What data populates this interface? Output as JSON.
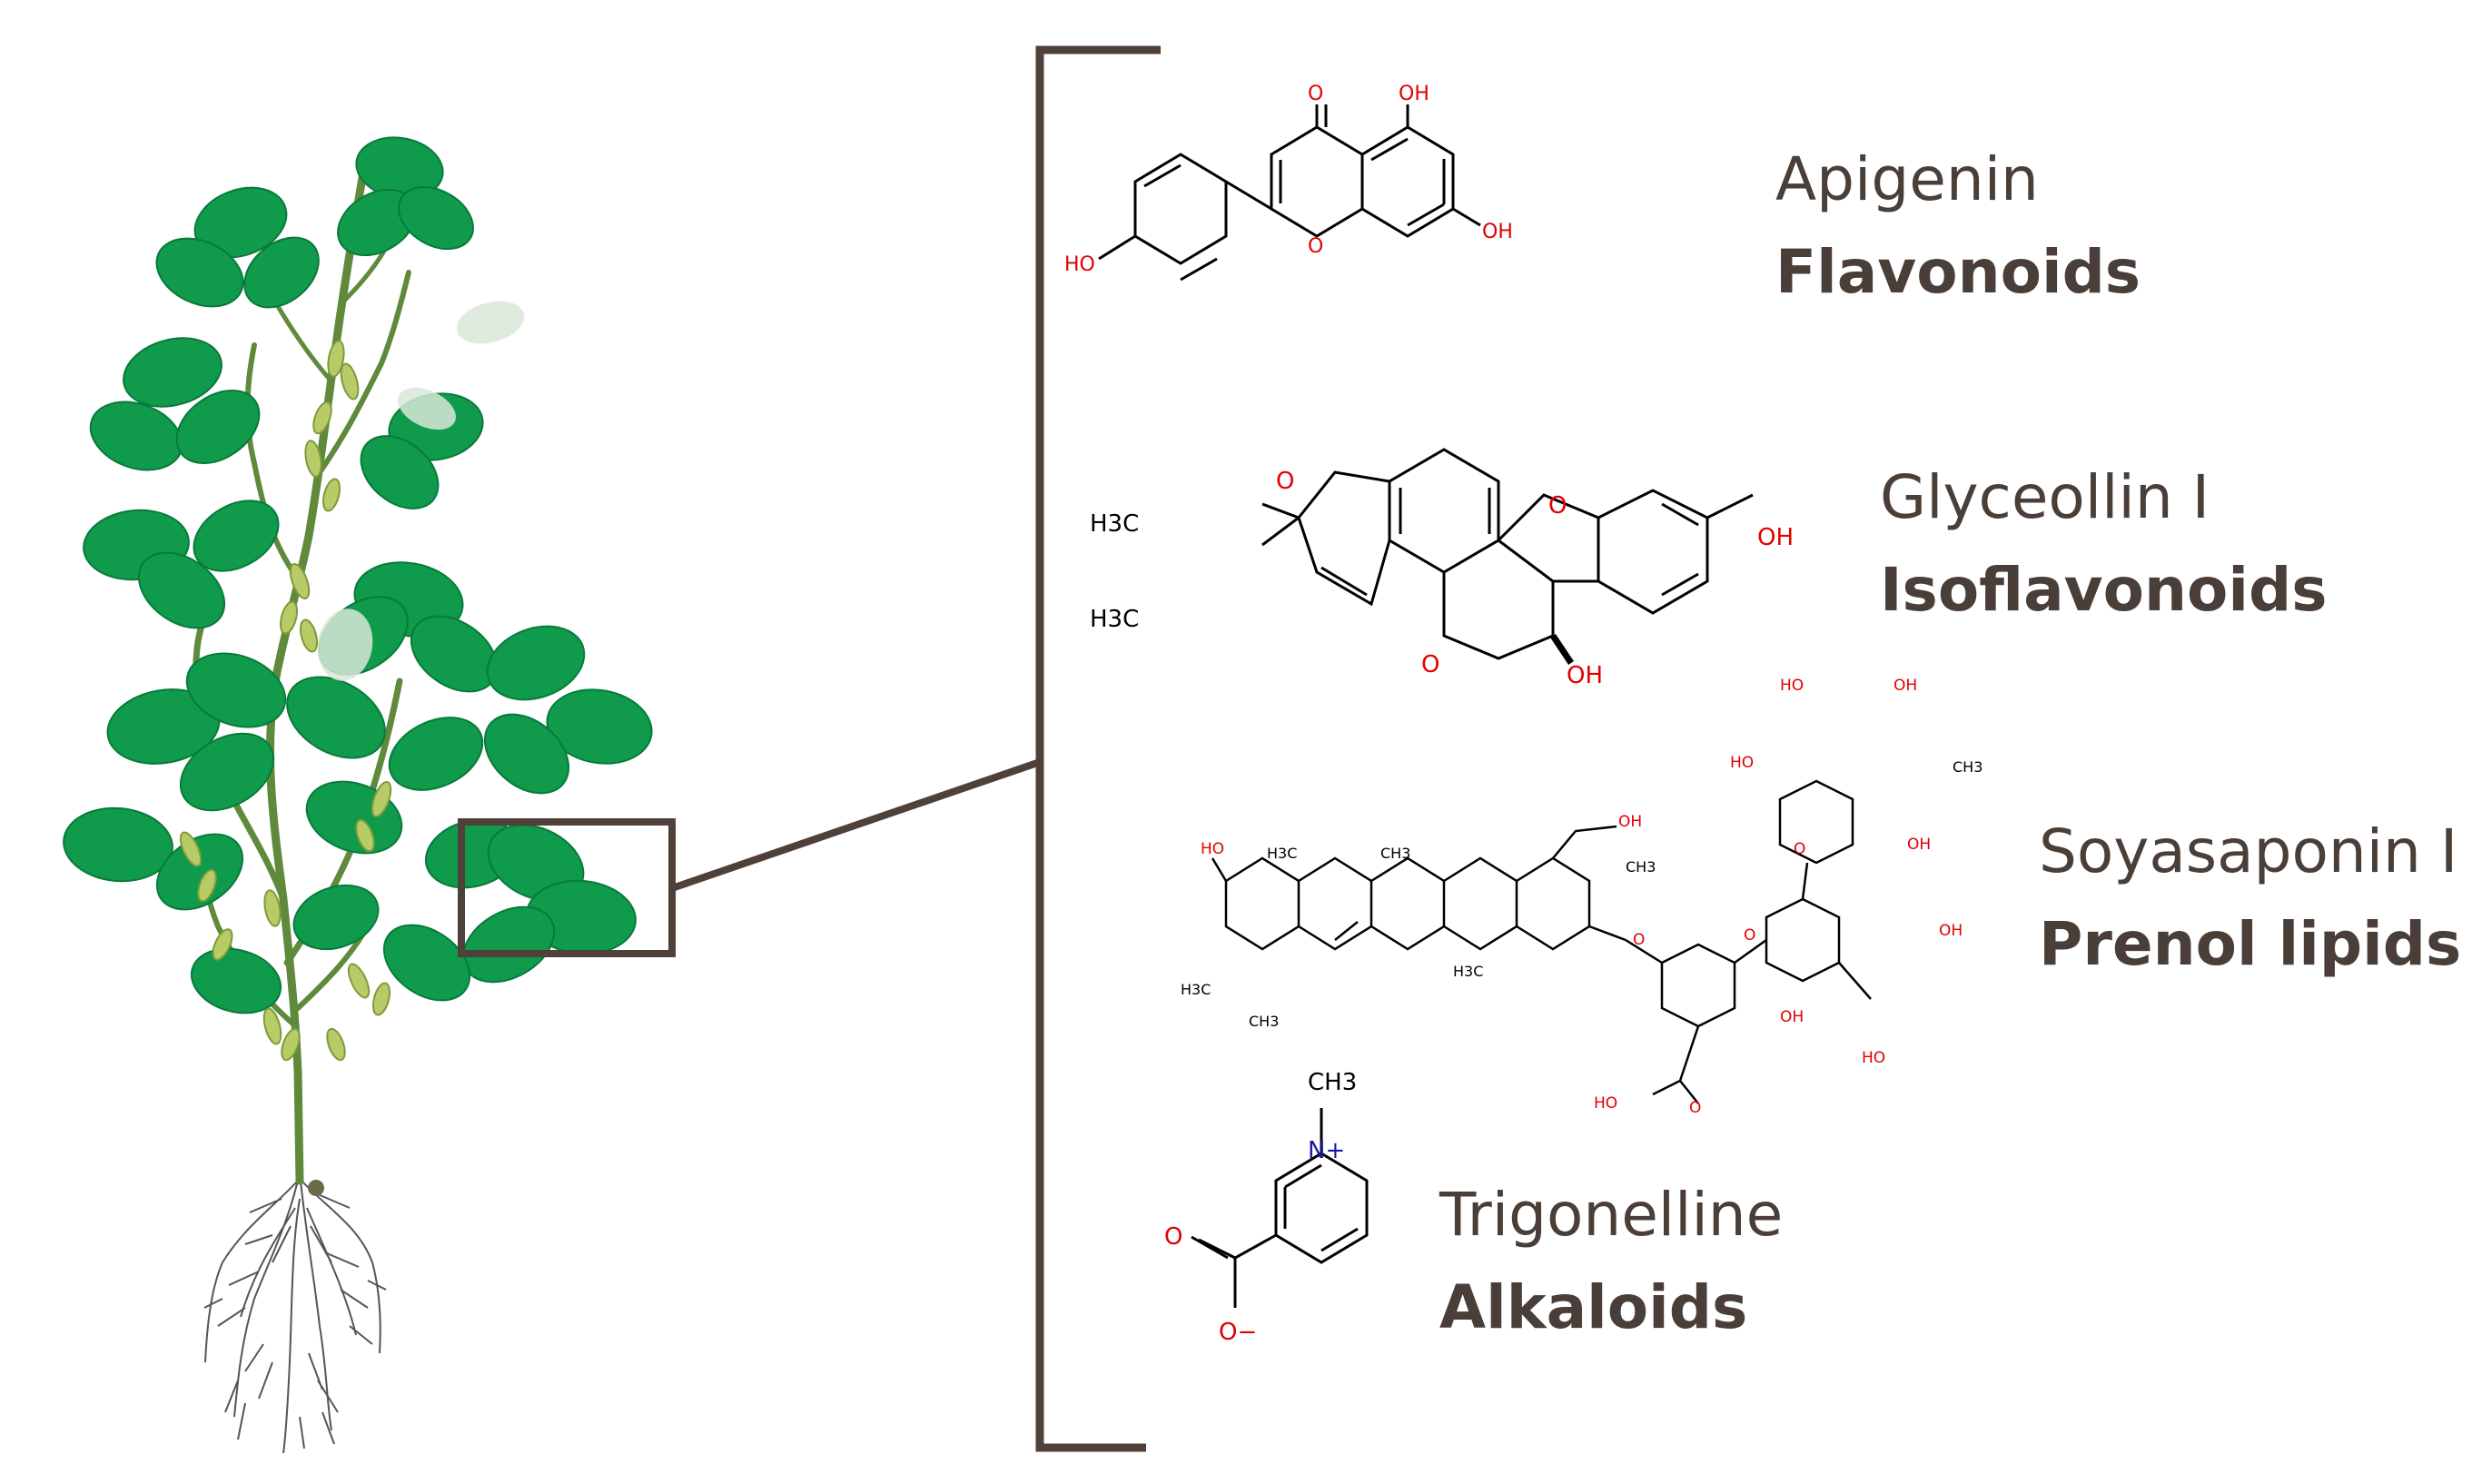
{
  "compounds": [
    {
      "name": "Apigenin",
      "class": "Flavonoids"
    },
    {
      "name": "Glyceollin I",
      "class": "Isoflavonoids"
    },
    {
      "name": "Soyasaponin I",
      "class": "Prenol lipids"
    },
    {
      "name": "Trigonelline",
      "class": "Alkaloids"
    }
  ],
  "atoms": {
    "oh": "OH",
    "ho": "HO",
    "o": "O",
    "h3c": "H3C",
    "ch3": "CH3",
    "n_plus": "N+",
    "o_minus": "O−"
  },
  "colors": {
    "text": "#4a3f38",
    "bracket": "#4f4039",
    "leaf": "#0f9a4c",
    "leaf_dark": "#087a3a",
    "stem": "#5f8a3c",
    "pod": "#b7cc66",
    "root": "#555555",
    "bond": "#000000",
    "oxygen": "#e00000",
    "nitrogen": "#1a1aa6"
  }
}
